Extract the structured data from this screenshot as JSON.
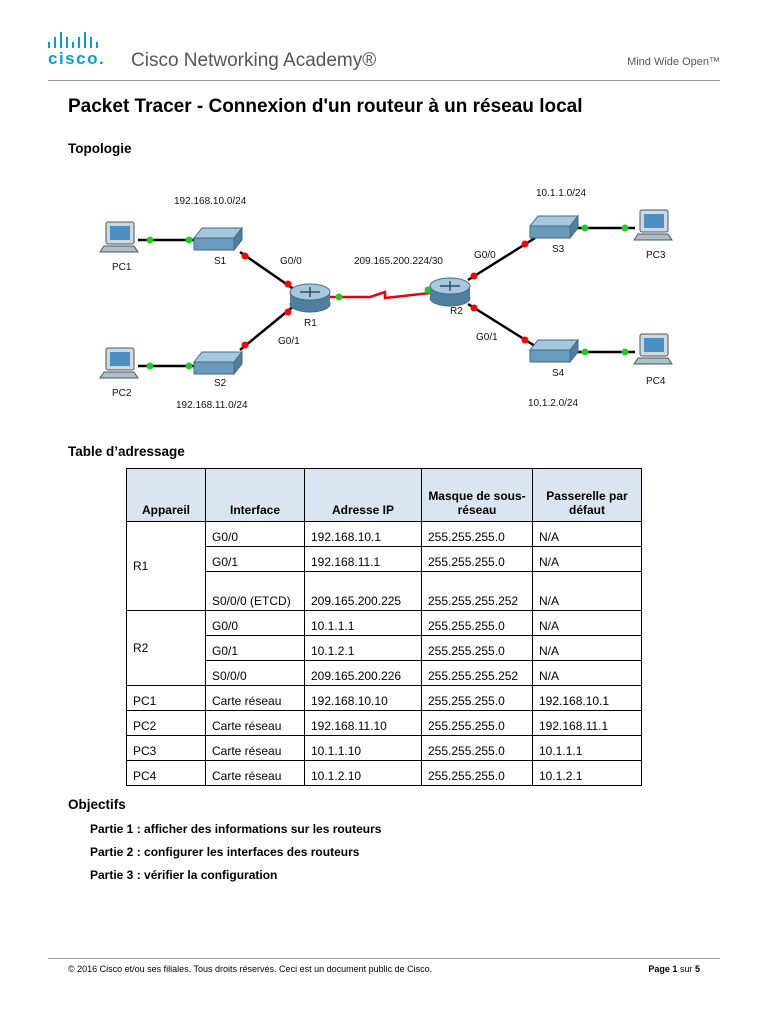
{
  "header": {
    "brand": "cisco.",
    "academy": "Cisco Networking Academy®",
    "tagline": "Mind Wide Open™"
  },
  "doc": {
    "title": "Packet Tracer - Connexion d'un routeur à un réseau local",
    "topology_heading": "Topologie",
    "table_heading": "Table d’adressage",
    "objectives_heading": "Objectifs"
  },
  "topology": {
    "labels": {
      "net_left_top": "192.168.10.0/24",
      "net_left_bottom": "192.168.11.0/24",
      "net_wan": "209.165.200.224/30",
      "net_right_top": "10.1.1.0/24",
      "net_right_bottom": "10.1.2.0/24",
      "r1_g00": "G0/0",
      "r1_g01": "G0/1",
      "r2_g00": "G0/0",
      "r2_g01": "G0/1"
    },
    "devices": {
      "pc1": "PC1",
      "pc2": "PC2",
      "pc3": "PC3",
      "pc4": "PC4",
      "s1": "S1",
      "s2": "S2",
      "s3": "S3",
      "s4": "S4",
      "r1": "R1",
      "r2": "R2"
    },
    "colors": {
      "link": "#000000",
      "serial": "#e8000b",
      "port_up": "#22cc22",
      "port_down": "#ff0000",
      "device": "#5b8fb9"
    }
  },
  "table": {
    "headers": [
      "Appareil",
      "Interface",
      "Adresse IP",
      "Masque de sous-réseau",
      "Passerelle par défaut"
    ],
    "rows": [
      {
        "device": "R1",
        "interface": "G0/0",
        "ip": "192.168.10.1",
        "mask": "255.255.255.0",
        "gateway": "N/A"
      },
      {
        "device": "",
        "interface": "G0/1",
        "ip": "192.168.11.1",
        "mask": "255.255.255.0",
        "gateway": "N/A"
      },
      {
        "device": "",
        "interface": "S0/0/0 (ETCD)",
        "ip": "209.165.200.225",
        "mask": "255.255.255.252",
        "gateway": "N/A"
      },
      {
        "device": "R2",
        "interface": "G0/0",
        "ip": "10.1.1.1",
        "mask": "255.255.255.0",
        "gateway": "N/A"
      },
      {
        "device": "",
        "interface": "G0/1",
        "ip": "10.1.2.1",
        "mask": "255.255.255.0",
        "gateway": "N/A"
      },
      {
        "device": "",
        "interface": "S0/0/0",
        "ip": "209.165.200.226",
        "mask": "255.255.255.252",
        "gateway": "N/A"
      },
      {
        "device": "PC1",
        "interface": "Carte réseau",
        "ip": "192.168.10.10",
        "mask": "255.255.255.0",
        "gateway": "192.168.10.1"
      },
      {
        "device": "PC2",
        "interface": "Carte réseau",
        "ip": "192.168.11.10",
        "mask": "255.255.255.0",
        "gateway": "192.168.11.1"
      },
      {
        "device": "PC3",
        "interface": "Carte réseau",
        "ip": "10.1.1.10",
        "mask": "255.255.255.0",
        "gateway": "10.1.1.1"
      },
      {
        "device": "PC4",
        "interface": "Carte réseau",
        "ip": "10.1.2.10",
        "mask": "255.255.255.0",
        "gateway": "10.1.2.1"
      }
    ]
  },
  "objectives": [
    "Partie 1 : afficher des informations sur les routeurs",
    "Partie 2 : configurer les interfaces des routeurs",
    "Partie 3 : vérifier la configuration"
  ],
  "footer": {
    "copyright": "© 2016 Cisco et/ou ses filiales. Tous droits réservés. Ceci est un document public de Cisco.",
    "page_prefix": "Page",
    "page_num": "1",
    "page_mid": "sur",
    "page_total": "5"
  }
}
